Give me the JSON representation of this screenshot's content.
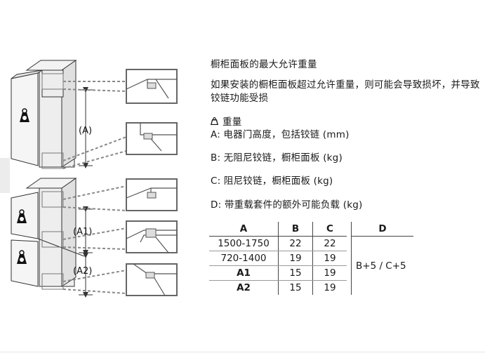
{
  "heading": "橱柜面板的最大允许重量",
  "warning": "如果安装的橱柜面板超过允许重量，则可能会导致损坏，并导致铰链功能受损",
  "legend": {
    "weight_label": "重量",
    "weight_icon": "weight-icon",
    "A": "A: 电器门高度，包括铰链 (mm)",
    "B": "B: 无阻尼铰链，橱柜面板 (kg)",
    "C": "C: 阻尼铰链，橱柜面板 (kg)",
    "D": "D: 带重载套件的额外可能负载 (kg)"
  },
  "figure": {
    "label_A": "(A)",
    "label_A1": "(A1)",
    "label_A2": "(A2)"
  },
  "table": {
    "headers": [
      "A",
      "B",
      "C",
      "D"
    ],
    "rows": [
      [
        "1500-1750",
        "22",
        "22"
      ],
      [
        "720-1400",
        "19",
        "19"
      ],
      [
        "A1",
        "15",
        "19"
      ],
      [
        "A2",
        "15",
        "19"
      ]
    ],
    "d_value": "B+5 / C+5"
  }
}
